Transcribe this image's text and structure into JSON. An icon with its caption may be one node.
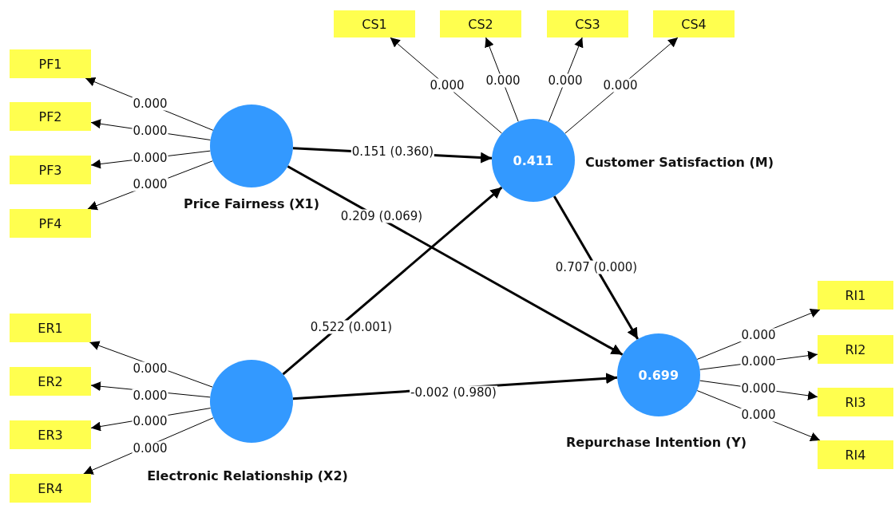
{
  "diagram": {
    "nodes": [
      {
        "text": [
          "PF1"
        ]
      },
      {
        "text": [
          "PF2"
        ]
      },
      {
        "text": [
          "PF3"
        ]
      },
      {
        "text": [
          "PF4"
        ]
      },
      {
        "text": [
          "Price Fairness (X1)"
        ]
      },
      {
        "text": [
          "CS1"
        ]
      },
      {
        "text": [
          "CS2"
        ]
      },
      {
        "text": [
          "CS3"
        ]
      },
      {
        "text": [
          "CS4"
        ]
      },
      {
        "text": [
          "0.411",
          "Customer Satisfaction (M)"
        ]
      },
      {
        "text": [
          "ER1"
        ]
      },
      {
        "text": [
          "ER2"
        ]
      },
      {
        "text": [
          "ER3"
        ]
      },
      {
        "text": [
          "ER4"
        ]
      },
      {
        "text": [
          "Electronic Relationship (X2)"
        ]
      },
      {
        "text": [
          "0.699",
          "Repurchase Intention (Y)"
        ]
      },
      {
        "text": [
          "RI1"
        ]
      },
      {
        "text": [
          "RI2"
        ]
      },
      {
        "text": [
          "RI3"
        ]
      },
      {
        "text": [
          "RI4"
        ]
      }
    ],
    "edges": [
      {
        "from": 4,
        "to": 0,
        "arrow": "to",
        "label": "0.000"
      },
      {
        "from": 4,
        "to": 1,
        "arrow": "to",
        "label": "0.000"
      },
      {
        "from": 4,
        "to": 2,
        "arrow": "to",
        "label": "0.000"
      },
      {
        "from": 4,
        "to": 3,
        "arrow": "to",
        "label": "0.000"
      },
      {
        "from": 9,
        "to": 5,
        "arrow": "to",
        "label": "0.000"
      },
      {
        "from": 9,
        "to": 6,
        "arrow": "to",
        "label": "0.000"
      },
      {
        "from": 9,
        "to": 7,
        "arrow": "to",
        "label": "0.000"
      },
      {
        "from": 9,
        "to": 8,
        "arrow": "to",
        "label": "0.000"
      },
      {
        "from": 14,
        "to": 10,
        "arrow": "to",
        "label": "0.000"
      },
      {
        "from": 14,
        "to": 11,
        "arrow": "to",
        "label": "0.000"
      },
      {
        "from": 14,
        "to": 12,
        "arrow": "to",
        "label": "0.000"
      },
      {
        "from": 14,
        "to": 13,
        "arrow": "to",
        "label": "0.000"
      },
      {
        "from": 15,
        "to": 16,
        "arrow": "to",
        "label": "0.000"
      },
      {
        "from": 15,
        "to": 17,
        "arrow": "to",
        "label": "0.000"
      },
      {
        "from": 15,
        "to": 18,
        "arrow": "to",
        "label": "0.000"
      },
      {
        "from": 15,
        "to": 19,
        "arrow": "to",
        "label": "0.000"
      },
      {
        "from": 4,
        "to": 9,
        "arrow": "to",
        "label": "0.151 (0.360)",
        "style": "thick"
      },
      {
        "from": 4,
        "to": 15,
        "arrow": "to",
        "label": "0.209 (0.069)",
        "style": "thick"
      },
      {
        "from": 14,
        "to": 9,
        "arrow": "to",
        "label": "0.522 (0.001)",
        "style": "thick"
      },
      {
        "from": 14,
        "to": 15,
        "arrow": "to",
        "label": "-0.002 (0.980)",
        "style": "thick"
      },
      {
        "from": 9,
        "to": 15,
        "arrow": "to",
        "label": "0.707 (0.000)",
        "style": "thick"
      }
    ]
  }
}
